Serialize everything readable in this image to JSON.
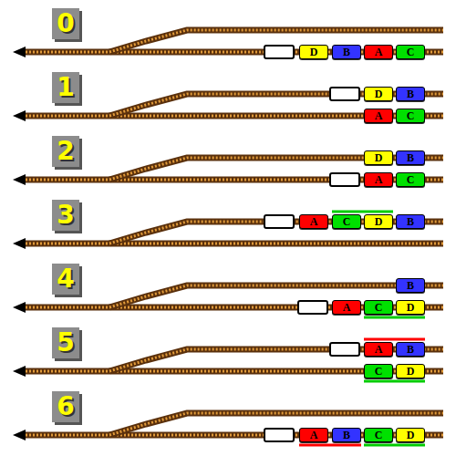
{
  "diagram": {
    "nodes": [
      {
        "text": [
          "0"
        ]
      },
      {
        "text": [
          "D"
        ]
      },
      {
        "text": [
          "B"
        ]
      },
      {
        "text": [
          "A"
        ]
      },
      {
        "text": [
          "C"
        ]
      },
      {
        "text": [
          "1"
        ]
      },
      {
        "text": [
          "D"
        ]
      },
      {
        "text": [
          "B"
        ]
      },
      {
        "text": [
          "A"
        ]
      },
      {
        "text": [
          "C"
        ]
      },
      {
        "text": [
          "2"
        ]
      },
      {
        "text": [
          "D"
        ]
      },
      {
        "text": [
          "B"
        ]
      },
      {
        "text": [
          "A"
        ]
      },
      {
        "text": [
          "C"
        ]
      },
      {
        "text": [
          "3"
        ]
      },
      {
        "text": [
          "A"
        ]
      },
      {
        "text": [
          "C"
        ]
      },
      {
        "text": [
          "D"
        ]
      },
      {
        "text": [
          "B"
        ]
      },
      {
        "text": [
          "4"
        ]
      },
      {
        "text": [
          "B"
        ]
      },
      {
        "text": [
          "A"
        ]
      },
      {
        "text": [
          "C"
        ]
      },
      {
        "text": [
          "D"
        ]
      },
      {
        "text": [
          "5"
        ]
      },
      {
        "text": [
          "A"
        ]
      },
      {
        "text": [
          "B"
        ]
      },
      {
        "text": [
          "C"
        ]
      },
      {
        "text": [
          "D"
        ]
      },
      {
        "text": [
          "6"
        ]
      },
      {
        "text": [
          "A"
        ]
      },
      {
        "text": [
          "B"
        ]
      },
      {
        "text": [
          "C"
        ]
      },
      {
        "text": [
          "D"
        ]
      }
    ]
  }
}
